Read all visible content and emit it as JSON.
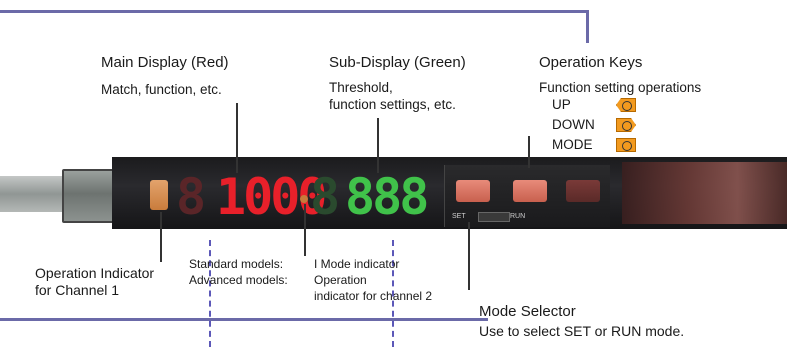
{
  "labels": {
    "main_display": {
      "title": "Main Display (Red)",
      "desc": "Match, function, etc."
    },
    "sub_display": {
      "title": "Sub-Display (Green)",
      "desc_line1": "Threshold,",
      "desc_line2": "function settings, etc."
    },
    "operation_keys": {
      "title": "Operation Keys",
      "desc": "Function setting operations",
      "keys": [
        {
          "label": "UP",
          "icon": "left-arrow-key-icon"
        },
        {
          "label": "DOWN",
          "icon": "right-arrow-key-icon"
        },
        {
          "label": "MODE",
          "icon": "square-key-icon"
        }
      ]
    },
    "operation_indicator": {
      "line1": "Operation Indicator",
      "line2": "for Channel 1"
    },
    "models": {
      "standard": "Standard models:",
      "standard_value": "I Mode indicator",
      "advanced": "Advanced models:",
      "advanced_value_line1": "Operation",
      "advanced_value_line2": "indicator for channel 2"
    },
    "mode_selector": {
      "title": "Mode Selector",
      "desc": "Use to select SET or RUN mode."
    }
  },
  "device": {
    "main_digits": "1000",
    "sub_digits": "888",
    "dim_digit_main": "8",
    "dim_digit_sub": "8",
    "switch_labels": {
      "set": "SET",
      "run": "RUN"
    }
  },
  "colors": {
    "frame": "#6b6aa8",
    "main_display": "#e8202a",
    "sub_display": "#40c24a",
    "key_icon": "#f29a1f"
  }
}
